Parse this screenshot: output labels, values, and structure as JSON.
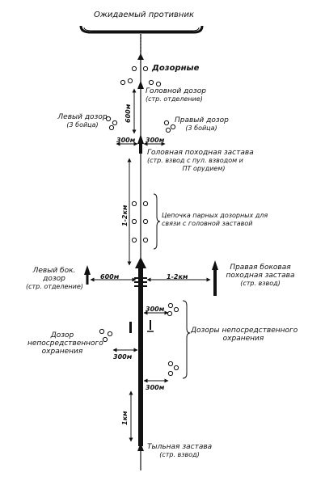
{
  "enemy_label": "Ожидаемый противник",
  "groups": {
    "scouts": "Дозорные",
    "head_patrol": {
      "line1": "Головной дозор",
      "line2": "(стр. отделение)"
    },
    "left_patrol": {
      "line1": "Левый дозор",
      "line2": "(3 бойца)"
    },
    "right_patrol": {
      "line1": "Правый дозор",
      "line2": "(3 бойца)"
    },
    "head_outpost": {
      "line1": "Головная походная застава",
      "line2": "(стр. взвод с пул. взводом и",
      "line3": "ПТ орудием)"
    },
    "chain": {
      "line1": "Цепочка парных дозорных для",
      "line2": "связи с головной заставой"
    },
    "left_flank": {
      "line1": "Левый бок.",
      "line2": "дозор",
      "line3": "(стр. отделение)"
    },
    "right_flank": {
      "line1": "Правая боковая",
      "line2": "походная застава",
      "line3": "(стр. взвод)"
    },
    "close_patrols": {
      "line1": "Дозоры непосредственного",
      "line2": "охранения"
    },
    "left_close": {
      "line1": "Дозор",
      "line2": "непосредственного",
      "line3": "охранения"
    },
    "rear_outpost": {
      "line1": "Тыльная застава",
      "line2": "(стр. взвод)"
    }
  },
  "distances": {
    "head_gap": "600м",
    "left_300": "300м",
    "right_300": "300м",
    "chain_len": "1-2км",
    "left_flank": "600м",
    "right_flank": "1-2км",
    "close_right_upper": "300м",
    "close_left": "300м",
    "close_right_lower": "300м",
    "rear_gap": "1км"
  }
}
